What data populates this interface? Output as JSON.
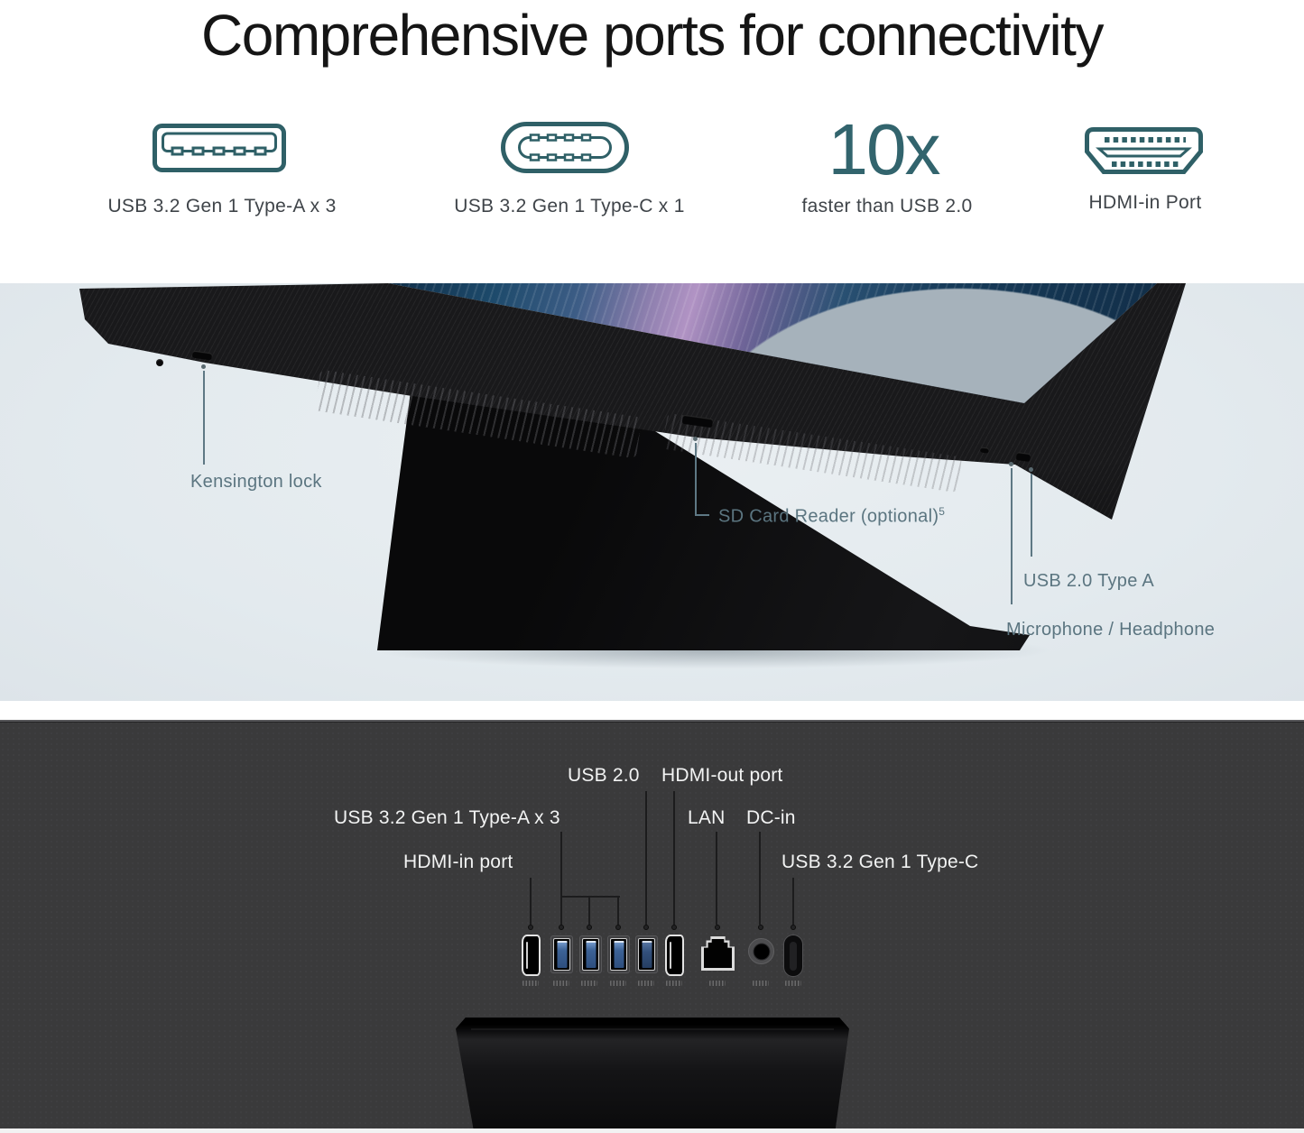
{
  "title": "Comprehensive ports for connectivity",
  "features": [
    {
      "icon": "usb-type-a-icon",
      "label": "USB 3.2 Gen 1 Type-A x 3"
    },
    {
      "icon": "usb-type-c-icon",
      "label": "USB 3.2 Gen 1 Type-C x 1"
    },
    {
      "icon": "speed-stat",
      "stat": "10x",
      "label": "faster than USB 2.0"
    },
    {
      "icon": "hdmi-icon",
      "label": "HDMI-in Port"
    }
  ],
  "side_view": {
    "callouts": [
      {
        "label": "Kensington lock"
      },
      {
        "label": "SD Card Reader (optional)",
        "sup": "5"
      },
      {
        "label": "USB 2.0 Type A"
      },
      {
        "label": "Microphone / Headphone"
      }
    ]
  },
  "rear_view": {
    "labels": {
      "usb20": "USB 2.0",
      "hdmi_out": "HDMI-out port",
      "usb32_type_a": "USB 3.2 Gen 1 Type-A x 3",
      "lan": "LAN",
      "dc_in": "DC-in",
      "hdmi_in": "HDMI-in port",
      "usb32_type_c": "USB 3.2 Gen 1 Type-C"
    },
    "ports": [
      {
        "type": "hdmi-in-port",
        "glyph": "hdmi-glyph"
      },
      {
        "type": "usb-a-3-2-port",
        "glyph": "ss-usb-glyph"
      },
      {
        "type": "usb-a-3-2-port",
        "glyph": "ss-usb-glyph"
      },
      {
        "type": "usb-a-3-2-port",
        "glyph": "ss-usb-glyph"
      },
      {
        "type": "usb-a-2-0-port",
        "glyph": "usb-glyph"
      },
      {
        "type": "hdmi-out-port",
        "glyph": "hdmi-glyph"
      },
      {
        "type": "lan-port",
        "glyph": "lan-glyph"
      },
      {
        "type": "dc-in-port",
        "glyph": "dc-glyph"
      },
      {
        "type": "usb-c-port",
        "glyph": "ss-usb-c-glyph"
      }
    ]
  },
  "colors": {
    "accent_teal": "#2f6067",
    "stat_teal": "#32646d",
    "hero_label_gray": "#3f4449",
    "side_bg": "#e3eaee",
    "side_callout": "#5b7580",
    "rear_bg": "#3a3a3b",
    "rear_label": "#f2f3f3",
    "usb_blue": "#3c6296"
  }
}
